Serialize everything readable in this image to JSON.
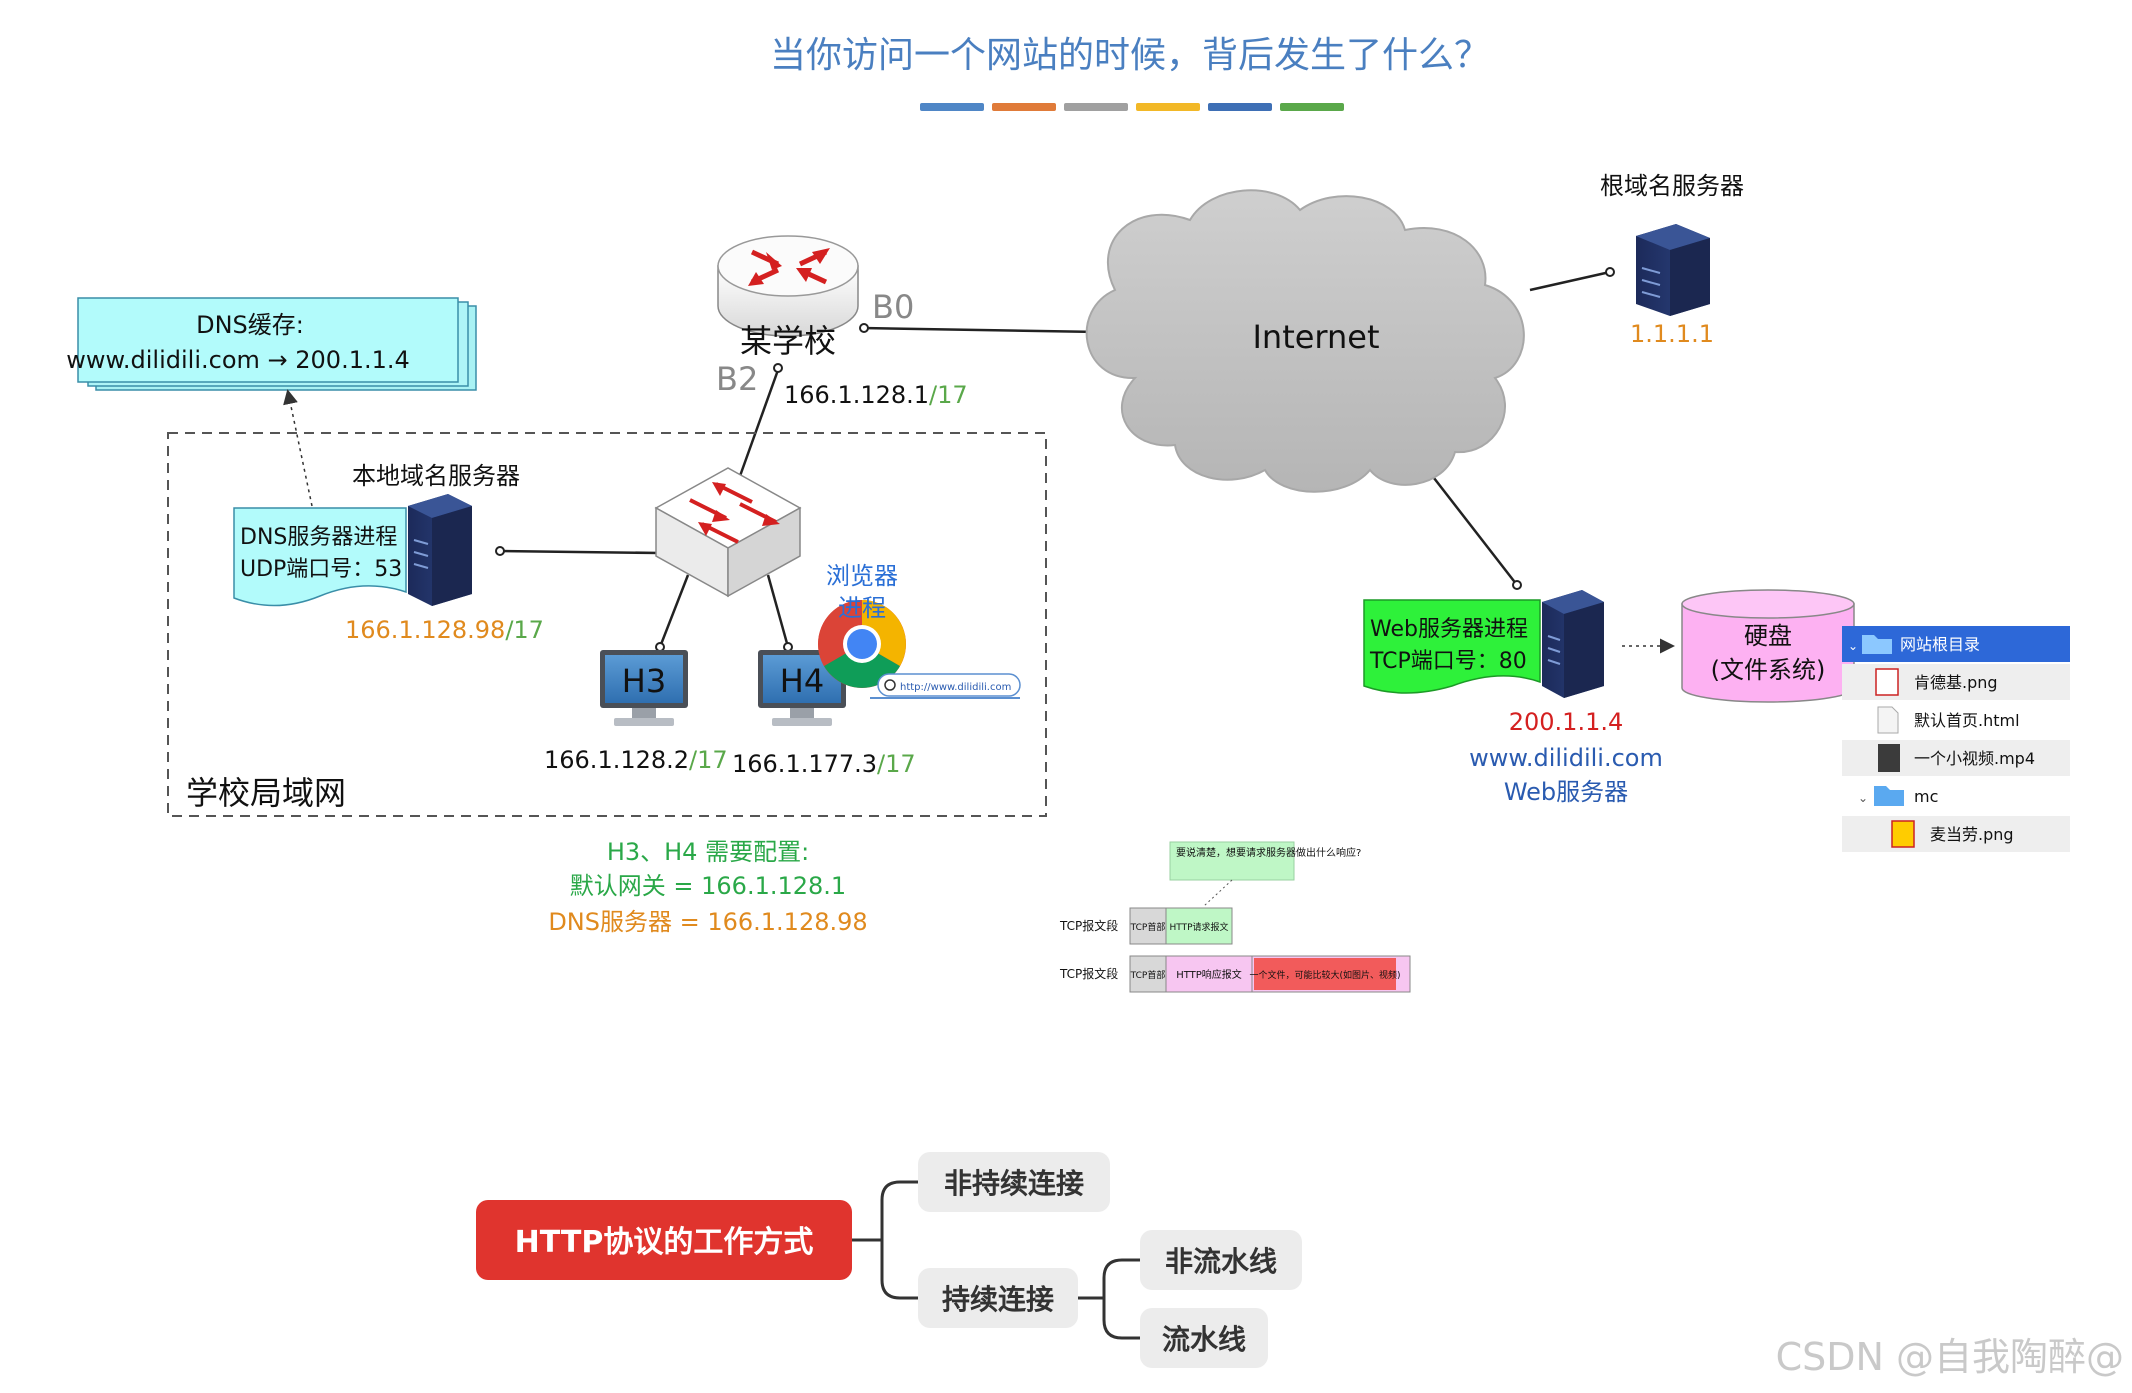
{
  "title": "当你访问一个网站的时候，背后发生了什么？",
  "title_bar_colors": [
    "#4f86c6",
    "#e07b39",
    "#a0a0a0",
    "#f2b827",
    "#3e6fb5",
    "#5aa84a"
  ],
  "router": {
    "label": "某学校",
    "port_b0": "B0",
    "port_b2": "B2",
    "ip": "166.1.128.1",
    "mask": "/17"
  },
  "dns_cache": {
    "line1": "DNS缓存:",
    "line2": "www.dilidili.com → 200.1.1.4"
  },
  "local_dns": {
    "title": "本地域名服务器",
    "process": "DNS服务器进程",
    "port": "UDP端口号：53",
    "ip": "166.1.128.98",
    "mask": "/17"
  },
  "lan": {
    "label": "学校局域网"
  },
  "hosts": [
    {
      "name": "H3",
      "ip": "166.1.128.2",
      "mask": "/17"
    },
    {
      "name": "H4",
      "ip": "166.1.177.3",
      "mask": "/17"
    }
  ],
  "browser": {
    "label_line1": "浏览器",
    "label_line2": "进程",
    "url": "http://www.dilidili.com"
  },
  "internet": {
    "label": "Internet"
  },
  "root_dns": {
    "title": "根域名服务器",
    "ip": "1.1.1.1"
  },
  "web_server": {
    "process": "Web服务器进程",
    "port": "TCP端口号：80",
    "ip": "200.1.1.4",
    "domain": "www.dilidili.com",
    "label": "Web服务器"
  },
  "disk": {
    "line1": "硬盘",
    "line2": "(文件系统)"
  },
  "file_tree": [
    {
      "name": "网站根目录",
      "type": "folder"
    },
    {
      "name": "肯德基.png",
      "type": "image"
    },
    {
      "name": "默认首页.html",
      "type": "html"
    },
    {
      "name": "一个小视频.mp4",
      "type": "video"
    },
    {
      "name": "mc",
      "type": "folder"
    },
    {
      "name": "麦当劳.png",
      "type": "image"
    }
  ],
  "config": {
    "line1": "H3、H4 需要配置:",
    "line2": "默认网关 = 166.1.128.1",
    "line3": "DNS服务器 = 166.1.128.98"
  },
  "packets": {
    "note": "要说清楚，想要请求服务器做出什么响应?",
    "req_label": "TCP报文段",
    "req_tcp": "TCP首部",
    "req_http": "HTTP请求报文",
    "resp_label": "TCP报文段",
    "resp_tcp": "TCP首部",
    "resp_http": "HTTP响应报文",
    "resp_body": "一个文件，可能比较大(如图片、视频)"
  },
  "mindmap": {
    "root": "HTTP协议的工作方式",
    "branches": [
      {
        "label": "非持续连接",
        "children": []
      },
      {
        "label": "持续连接",
        "children": [
          "非流水线",
          "流水线"
        ]
      }
    ]
  },
  "watermark": "CSDN @自我陶醉@"
}
